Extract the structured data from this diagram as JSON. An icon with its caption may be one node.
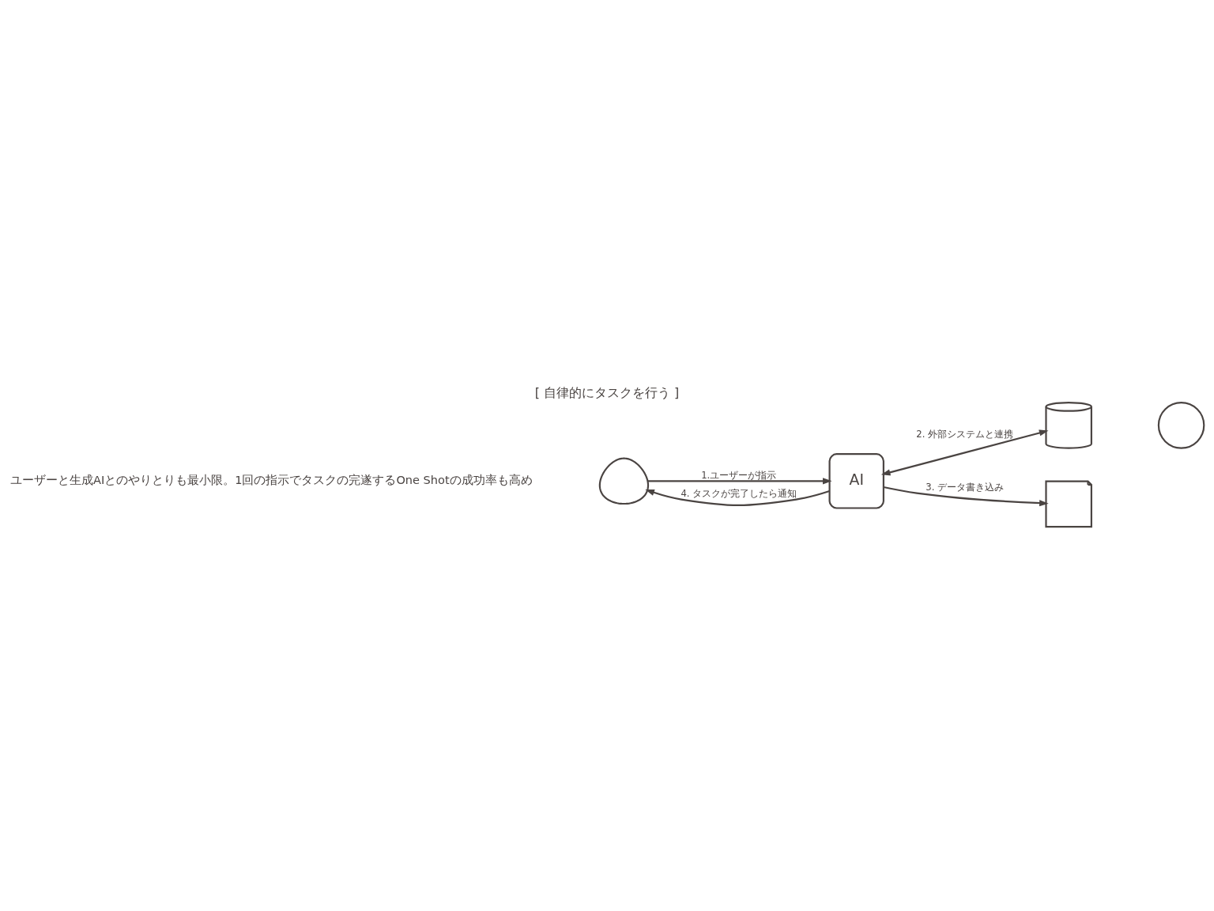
{
  "diagram": {
    "title": "[ 自律的にタスクを行う ]",
    "nodes": [
      {
        "text": [],
        "shape": "person"
      },
      {
        "text": [
          "AI"
        ]
      },
      {
        "text": [],
        "shape": "cylinder"
      },
      {
        "text": [],
        "shape": "circle"
      },
      {
        "text": [],
        "shape": "box"
      }
    ],
    "edges": [
      {
        "from": 0,
        "to": 1,
        "arrow": "to",
        "label": "1.ユーザーが指示"
      },
      {
        "from": 1,
        "to": 0,
        "arrow": "to",
        "label": "4. タスクが完了したら通知"
      },
      {
        "from": 1,
        "to": 2,
        "arrow": "both",
        "label": "2. 外部システムと連携"
      },
      {
        "from": 1,
        "to": 4,
        "arrow": "to",
        "label": "3. データ書き込み"
      }
    ],
    "labels": [
      "ユーザーと生成AIとのやりとりも最小限。1回の指示でタスクの完遂するOne Shotの成功率も高め"
    ]
  }
}
